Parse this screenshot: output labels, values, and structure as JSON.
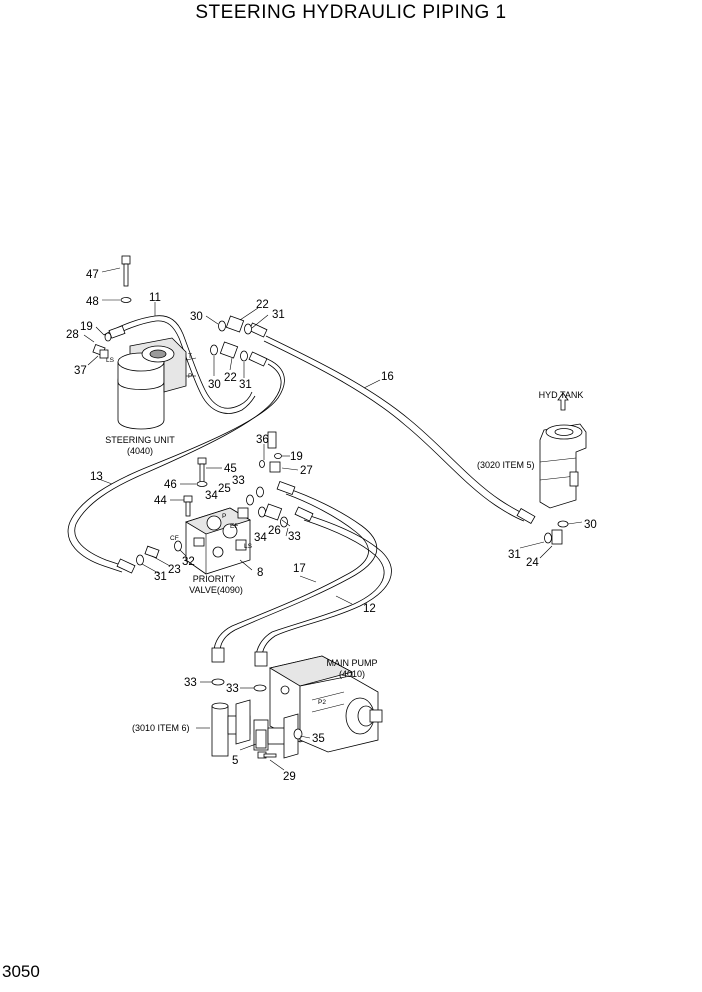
{
  "title": "STEERING HYDRAULIC PIPING 1",
  "page_number": "3050",
  "components": {
    "steering_unit": {
      "name": "STEERING UNIT",
      "code": "(4040)",
      "ports": [
        "T",
        "P",
        "LS"
      ]
    },
    "priority_valve": {
      "name": "PRIORITY",
      "name2": "VALVE(4090)",
      "ports": [
        "P",
        "EF",
        "CF",
        "LS"
      ]
    },
    "main_pump": {
      "name": "MAIN PUMP",
      "code": "(4010)",
      "ports": [
        "P2"
      ]
    },
    "hyd_tank": {
      "name": "HYD TANK",
      "ref": "(3020  ITEM 5)"
    },
    "pump_block": {
      "ref": "(3010 ITEM 6)"
    }
  },
  "callouts": {
    "c47": "47",
    "c48": "48",
    "c11": "11",
    "c28": "28",
    "c19a": "19",
    "c37": "37",
    "c30a": "30",
    "c22a": "22",
    "c31a": "31",
    "c30b": "30",
    "c22b": "22",
    "c31b": "31",
    "c16": "16",
    "c13": "13",
    "c36": "36",
    "c19b": "19",
    "c27": "27",
    "c45": "45",
    "c46": "46",
    "c44": "44",
    "c33a": "33",
    "c25": "25",
    "c34a": "34",
    "c26": "26",
    "c34b": "34",
    "c33b": "33",
    "c32": "32",
    "c23": "23",
    "c31c": "31",
    "c8": "8",
    "c17": "17",
    "c12": "12",
    "c30c": "30",
    "c31d": "31",
    "c24": "24",
    "c33c": "33",
    "c33d": "33",
    "c35": "35",
    "c5": "5",
    "c29": "29"
  }
}
